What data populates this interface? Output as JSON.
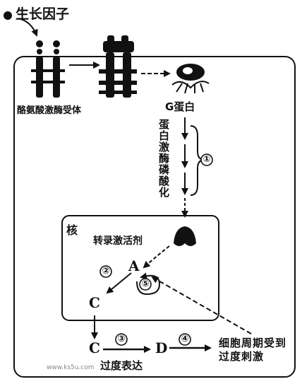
{
  "labels": {
    "growth_factor": "生长因子",
    "receptor": "酪氨酸激酶受体",
    "g_protein": "G蛋白",
    "phosphorylation": "蛋白激酶磷酸化",
    "nucleus": "核",
    "activator": "转录激活剂",
    "A": "A",
    "C_nuclear": "C",
    "C_cyto": "C",
    "D": "D",
    "overexpress": "过度表达",
    "cell_cycle": "细胞周期受到过度刺激",
    "watermark": "www.ks5u.com"
  },
  "steps": [
    "①",
    "②",
    "③",
    "④",
    "⑤"
  ],
  "colors": {
    "ink": "#111111",
    "background": "#ffffff"
  }
}
